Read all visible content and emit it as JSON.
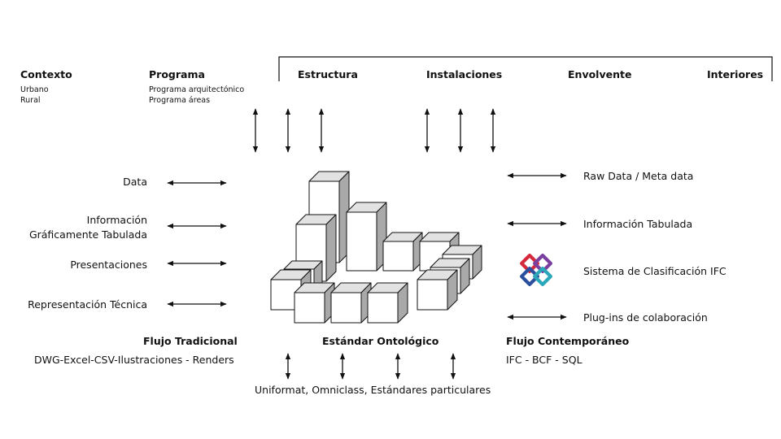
{
  "header": {
    "contexto": {
      "title": "Contexto",
      "items": [
        "Urbano",
        "Rural"
      ]
    },
    "programa": {
      "title": "Programa",
      "items": [
        "Programa arquitectónico",
        "Programa áreas"
      ]
    },
    "estructura": "Estructura",
    "instalaciones": "Instalaciones",
    "envolvente": "Envolvente",
    "interiores": "Interiores"
  },
  "left": {
    "items": [
      "Data",
      "Información\nGráficamente Tabulada",
      "Presentaciones",
      "Representación Técnica"
    ],
    "title": "Flujo Tradicional",
    "formats": "DWG-Excel-CSV-Ilustraciones - Renders"
  },
  "center": {
    "title": "Estándar Ontológico",
    "standards": "Uniformat,  Omniclass, Estándares particulares"
  },
  "right": {
    "items": [
      "Raw Data / Meta data",
      "Información Tabulada",
      "Sistema de Clasificación IFC",
      "Plug-ins de colaboración"
    ],
    "title": "Flujo Contemporáneo",
    "formats": "IFC - BCF - SQL"
  },
  "colors": {
    "ink": "#111111",
    "block_front": "#ffffff",
    "block_side": "#a9a9a9",
    "block_top": "#e2e2e2",
    "logo_red": "#d42a3c",
    "logo_blue": "#2a4f9e",
    "logo_purple": "#7b3fa0",
    "logo_teal": "#2aa7b8"
  },
  "icons": [
    "double-arrow-icon",
    "ifc-logo-icon",
    "isometric-blocks-illustration"
  ]
}
